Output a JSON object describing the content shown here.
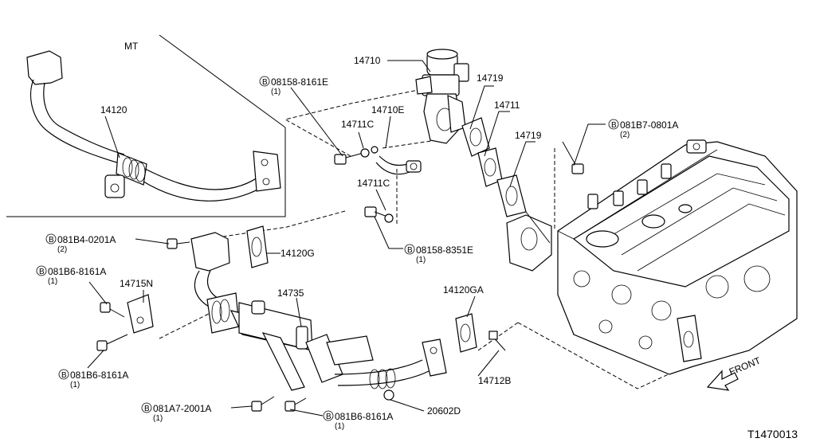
{
  "diagram_code": "T1470013",
  "inset_label": "MT",
  "front_label": "FRONT",
  "bolt_prefix": "B",
  "callouts": {
    "p14710": {
      "code": "14710"
    },
    "p14719a": {
      "code": "14719"
    },
    "p14719b": {
      "code": "14719"
    },
    "p14711": {
      "code": "14711"
    },
    "p14710e": {
      "code": "14710E"
    },
    "p14711c_a": {
      "code": "14711C"
    },
    "p14711c_b": {
      "code": "14711C"
    },
    "p14120": {
      "code": "14120"
    },
    "p14120g": {
      "code": "14120G"
    },
    "p14120ga": {
      "code": "14120GA"
    },
    "p14715n": {
      "code": "14715N"
    },
    "p14735": {
      "code": "14735"
    },
    "p14712b": {
      "code": "14712B"
    },
    "p20602d": {
      "code": "20602D"
    },
    "b1": {
      "code": "08158-8161E",
      "qty": "(1)"
    },
    "b2": {
      "code": "08158-8351E",
      "qty": "(1)"
    },
    "b3": {
      "code": "081B7-0801A",
      "qty": "(2)"
    },
    "b4": {
      "code": "081B4-0201A",
      "qty": "(2)"
    },
    "b5": {
      "code": "081B6-8161A",
      "qty": "(1)"
    },
    "b6": {
      "code": "081B6-8161A",
      "qty": "(1)"
    },
    "b7": {
      "code": "081A7-2001A",
      "qty": "(1)"
    },
    "b8": {
      "code": "081B6-8161A",
      "qty": "(1)"
    }
  }
}
